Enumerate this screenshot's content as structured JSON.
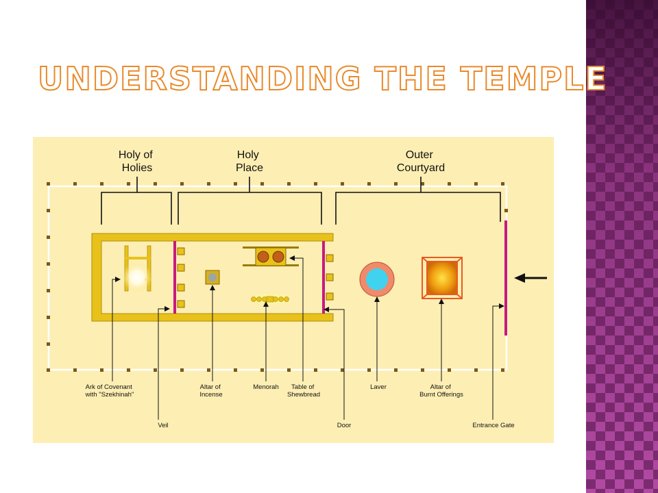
{
  "slide": {
    "title": "Understanding the Temple"
  },
  "diagram": {
    "sections": {
      "holy_of_holies": [
        "Holy of",
        "Holies"
      ],
      "holy_place": [
        "Holy",
        "Place"
      ],
      "outer_courtyard": [
        "Outer",
        "Courtyard"
      ]
    },
    "labels": {
      "ark": [
        "Ark of Covenant",
        "with \"Szekhinah\""
      ],
      "veil": "Veil",
      "altar_of_incense": [
        "Altar of",
        "Incense"
      ],
      "menorah": "Menorah",
      "table_of_shewbread": [
        "Table of",
        "Shewbread"
      ],
      "door": "Door",
      "laver": "Laver",
      "altar_of_burnt_offerings": [
        "Altar of",
        "Burnt Offerings"
      ],
      "entrance_gate": "Entrance Gate"
    },
    "colors": {
      "background": "#fdeeb3",
      "tabernacle_wall": "#e8c21a",
      "curtain": "#c8197f",
      "laver_water": "#3fd3f0",
      "laver_rim": "#f08a6a",
      "altar_frame": "#e85a1e",
      "fire": "#f0a010",
      "courtyard_post": "#7a5a1a"
    }
  }
}
